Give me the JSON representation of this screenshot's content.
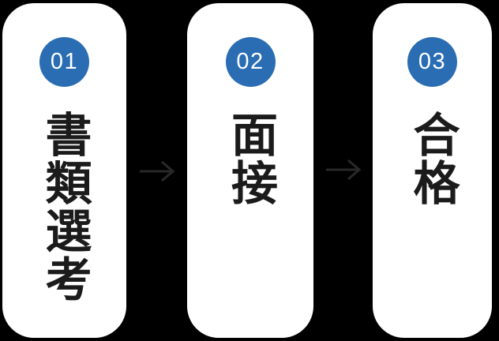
{
  "steps": [
    {
      "number": "01",
      "label": "書類選考"
    },
    {
      "number": "02",
      "label": "面接"
    },
    {
      "number": "03",
      "label": "合格"
    }
  ],
  "arrows": [
    {
      "icon": "arrow-right-icon"
    },
    {
      "icon": "arrow-right-icon"
    }
  ],
  "colors": {
    "background": "#000000",
    "card_bg": "#ffffff",
    "badge_blue": "#2a6db3",
    "badge_text": "#ffffff",
    "label_text": "#1b1b1b",
    "arrow": "#282828"
  }
}
